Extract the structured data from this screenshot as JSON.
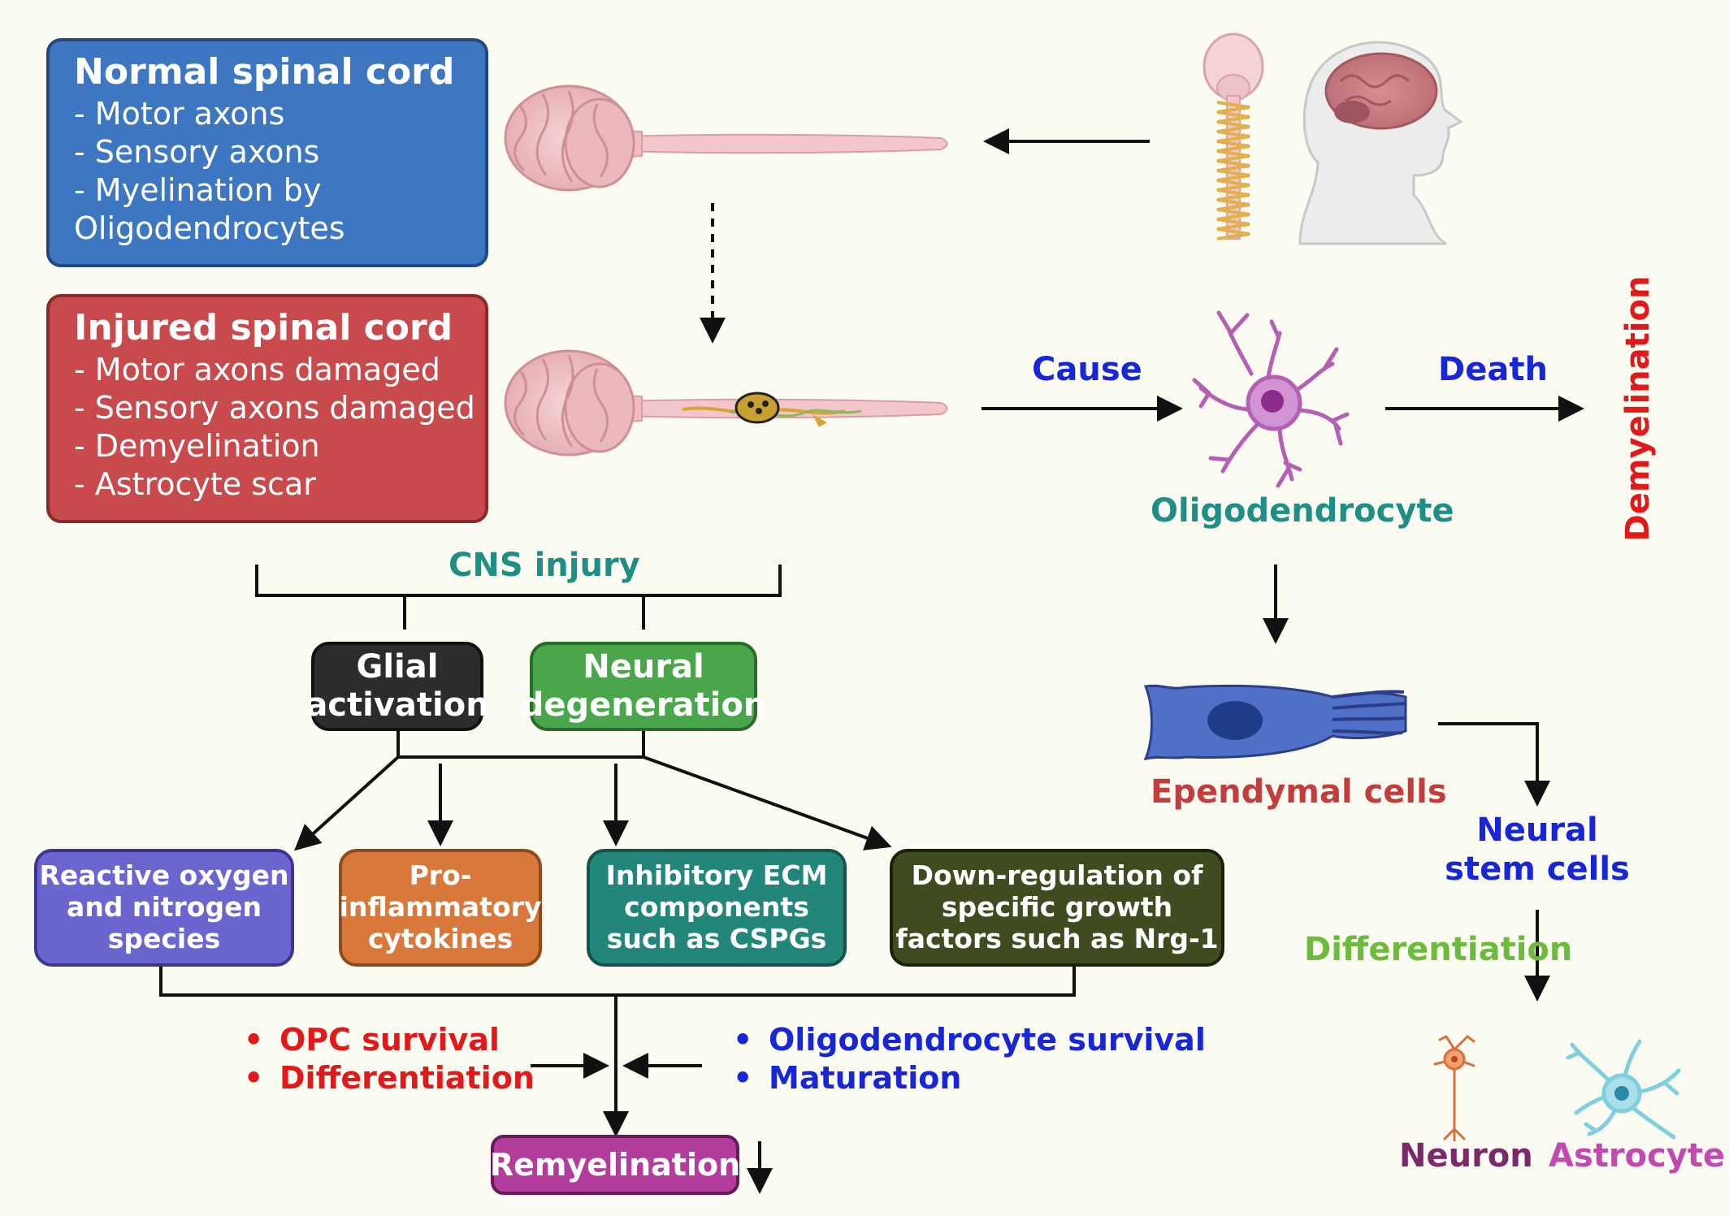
{
  "normal_box": {
    "title": "Normal spinal cord",
    "lines": [
      "- Motor axons",
      "- Sensory axons",
      "- Myelination by",
      "Oligodendrocytes"
    ]
  },
  "injured_box": {
    "title": "Injured spinal cord",
    "lines": [
      "- Motor axons damaged",
      "- Sensory axons damaged",
      "- Demyelination",
      "- Astrocyte scar"
    ]
  },
  "labels": {
    "cause": "Cause",
    "death": "Death",
    "demyelination": "Demyelination",
    "oligodendrocyte": "Oligodendrocyte",
    "cns_injury": "CNS injury",
    "ependymal": "Ependymal cells",
    "neural_stem_1": "Neural",
    "neural_stem_2": "stem cells",
    "differentiation_right": "Differentiation",
    "neuron": "Neuron",
    "astrocyte": "Astrocyte"
  },
  "activation_boxes": {
    "glial": [
      "Glial",
      "activation"
    ],
    "neural": [
      "Neural",
      "degeneration"
    ]
  },
  "factor_boxes": [
    {
      "lines": [
        "Reactive oxygen",
        "and nitrogen",
        "species"
      ]
    },
    {
      "lines": [
        "Pro-",
        "inflammatory",
        "cytokines"
      ]
    },
    {
      "lines": [
        "Inhibitory ECM",
        "components",
        "such as CSPGs"
      ]
    },
    {
      "lines": [
        "Down-regulation of",
        "specific growth",
        "factors such as Nrg-1"
      ]
    }
  ],
  "bullets_left": [
    "OPC survival",
    "Differentiation"
  ],
  "bullets_right": [
    "Oligodendrocyte survival",
    "Maturation"
  ],
  "remyelination": "Remyelination",
  "colors": {
    "background": "#fcfbf1",
    "normal_box": "#3d77c2",
    "injured_box": "#c94a4c",
    "glial_box": "#2c2c2c",
    "neural_box": "#4aa64a",
    "ros_box": "#6b66cf",
    "cytokine_box": "#d8783a",
    "ecm_box": "#23867a",
    "growth_box": "#3f4c1f",
    "remyelination_box": "#b23d9a",
    "blue_text": "#1726d6",
    "red_text": "#e01a1a",
    "teal_text": "#1f8f86",
    "green_text": "#6cbb3c",
    "purple_text": "#7a2a6a",
    "magenta_text": "#c04ab0",
    "ependymal_text": "#c23d3d"
  }
}
